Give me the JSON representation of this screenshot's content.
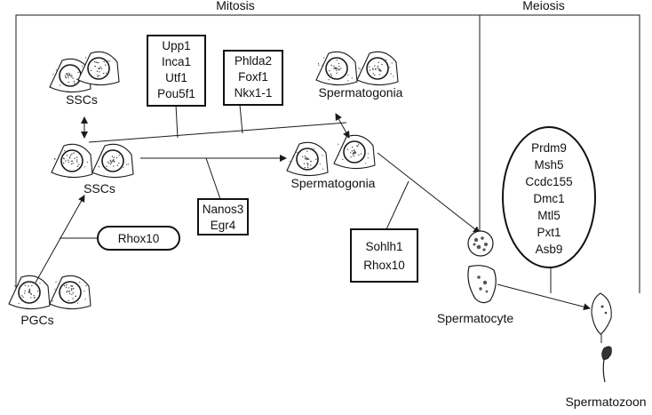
{
  "headers": {
    "mitosis": "Mitosis",
    "meiosis": "Meiosis"
  },
  "cell_labels": {
    "ssc_top": "SSCs",
    "ssc_mid": "SSCs",
    "pgcs": "PGCs",
    "spermatogonia_top": "Spermatogonia",
    "spermatogonia_mid": "Spermatogonia",
    "spermatocyte": "Spermatocyte",
    "spermatozoon": "Spermatozoon"
  },
  "gene_boxes": {
    "box_ssc": [
      "Upp1",
      "Inca1",
      "Utf1",
      "Pou5f1"
    ],
    "box_spg": [
      "Phlda2",
      "Foxf1",
      "Nkx1-1"
    ],
    "box_diff": [
      "Nanos3",
      "Egr4"
    ],
    "box_meiotic_entry": [
      "Sohlh1",
      "Rhox10"
    ],
    "box_meiosis": [
      "Prdm9",
      "Msh5",
      "Ccdc155",
      "Dmc1",
      "Mtl5",
      "Pxt1",
      "Asb9"
    ],
    "pill_pgc": "Rhox10"
  },
  "colors": {
    "line": "#1a1a1a",
    "cell_fill": "#ffffff",
    "stipple": "#444444"
  }
}
